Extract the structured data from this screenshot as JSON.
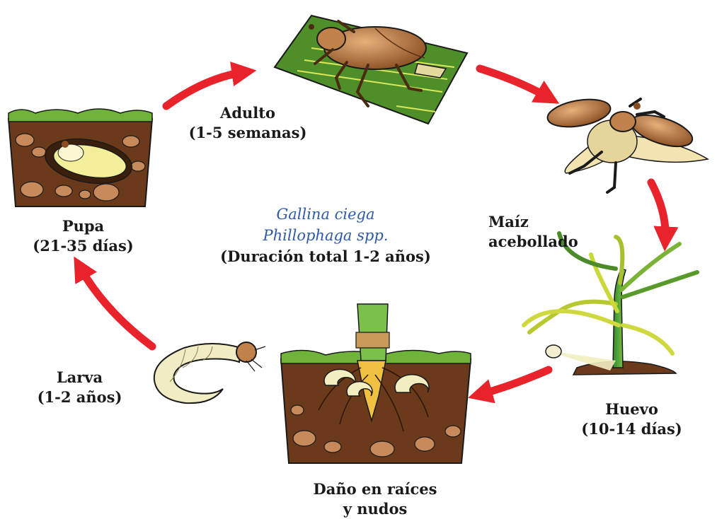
{
  "center": {
    "common_name": "Gallina ciega",
    "scientific_name": "Phillophaga spp.",
    "duration": "(Duración total 1-2 años)"
  },
  "stages": {
    "adult": {
      "name": "Adulto",
      "duration": "(1-5 semanas)"
    },
    "damaged_corn": {
      "line1": "Maíz",
      "line2": "acebollado"
    },
    "egg": {
      "name": "Huevo",
      "duration": "(10-14 días)"
    },
    "root_damage": {
      "line1": "Daño en raíces",
      "line2": "y nudos"
    },
    "larva": {
      "name": "Larva",
      "duration": "(1-2 años)"
    },
    "pupa": {
      "name": "Pupa",
      "duration": "(21-35 días)"
    }
  },
  "colors": {
    "arrow": "#e8232b",
    "soil": "#6b3a1a",
    "grass": "#6fb33a",
    "beetle": "#b8733a",
    "larva_body": "#f2ecc4",
    "title_blue": "#2f5aa8"
  }
}
